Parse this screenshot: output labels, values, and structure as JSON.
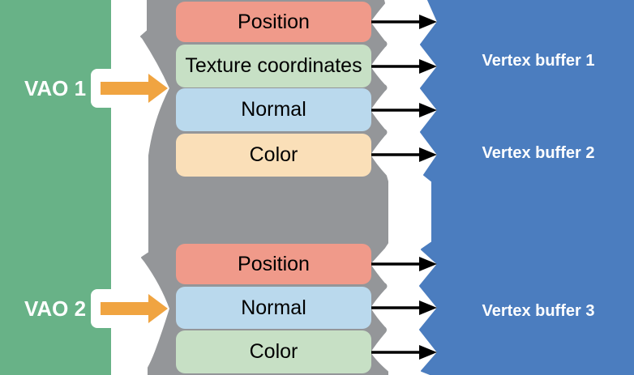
{
  "colors": {
    "background": "#FFFFFF",
    "vao_column_bg": "#68B287",
    "attribute_column_bg": "#949699",
    "buffer_column_bg": "#4B7DBF",
    "vao_arrow": "#F0A441",
    "connector_arrow": "#000000",
    "box_text": "#000000",
    "column_label_text": "#FFFFFF"
  },
  "vao_column": {
    "items": [
      {
        "label": "VAO 1"
      },
      {
        "label": "VAO 2"
      }
    ]
  },
  "attribute_groups": {
    "vao1": [
      {
        "label": "Position",
        "color": "#F09A8A"
      },
      {
        "label": "Texture coordinates",
        "color": "#C7E0C5"
      },
      {
        "label": "Normal",
        "color": "#BAD9ED"
      },
      {
        "label": "Color",
        "color": "#FADFB8"
      }
    ],
    "vao2": [
      {
        "label": "Position",
        "color": "#F09A8A"
      },
      {
        "label": "Normal",
        "color": "#BAD9ED"
      },
      {
        "label": "Color",
        "color": "#C7E0C5"
      }
    ]
  },
  "buffer_column": {
    "items": [
      {
        "label": "Vertex buffer 1"
      },
      {
        "label": "Vertex buffer 2"
      },
      {
        "label": "Vertex buffer 3"
      }
    ]
  }
}
